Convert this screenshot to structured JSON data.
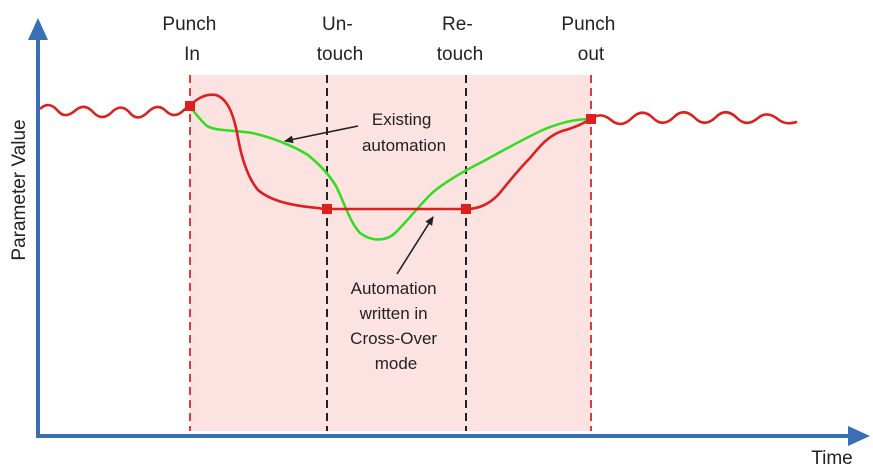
{
  "axes": {
    "y_label": "Parameter Value",
    "x_label": "Time"
  },
  "markers": {
    "punch_in": [
      "Punch",
      "In"
    ],
    "untouch": [
      "Un-",
      "touch"
    ],
    "retouch": [
      "Re-",
      "touch"
    ],
    "punch_out": [
      "Punch",
      "out"
    ]
  },
  "annotations": {
    "existing": [
      "Existing",
      "automation"
    ],
    "written": [
      "Automation",
      "written in",
      "Cross-Over",
      "mode"
    ]
  },
  "colors": {
    "axis": "#3a6fb6",
    "existing_curve": "#33dd22",
    "written_curve": "#dd1f1f",
    "region_fill": "#fde2e2",
    "punch_line": "#e03a3a",
    "touch_line": "#222222"
  }
}
